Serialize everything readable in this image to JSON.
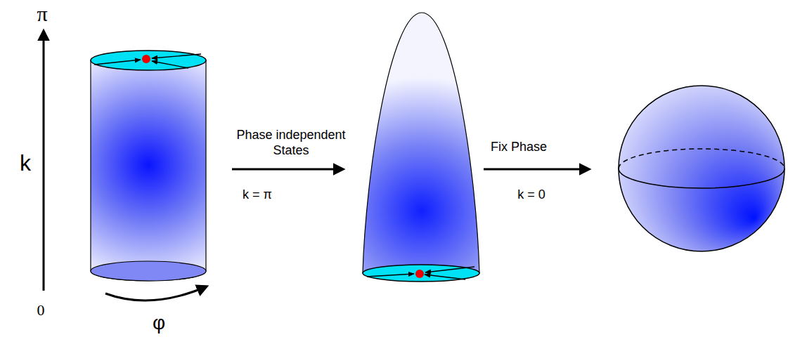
{
  "diagram": {
    "labels": [
      "π",
      "k",
      "0",
      "φ",
      "Phase independent States",
      "k = π",
      "Fix Phase",
      "k = 0"
    ]
  }
}
